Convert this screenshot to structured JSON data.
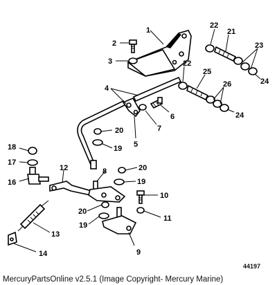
{
  "callouts": {
    "c1": "1",
    "c2": "2",
    "c3": "3",
    "c4": "4",
    "c5": "5",
    "c6": "6",
    "c7": "7",
    "c8": "8",
    "c9": "9",
    "c10": "10",
    "c11": "11",
    "c12": "12",
    "c13": "13",
    "c14": "14",
    "c16": "16",
    "c17": "17",
    "c18": "18",
    "c19a": "19",
    "c19b": "19",
    "c19c": "19",
    "c20a": "20",
    "c20b": "20",
    "c20c": "20",
    "c21": "21",
    "c22a": "22",
    "c22b": "22",
    "c23": "23",
    "c24a": "24",
    "c24b": "24",
    "c25": "25",
    "c26": "26"
  },
  "drawing_number": "44197",
  "footer": "MercuryPartsOnline v2.5.1 (Image Copyright- Mercury Marine)"
}
